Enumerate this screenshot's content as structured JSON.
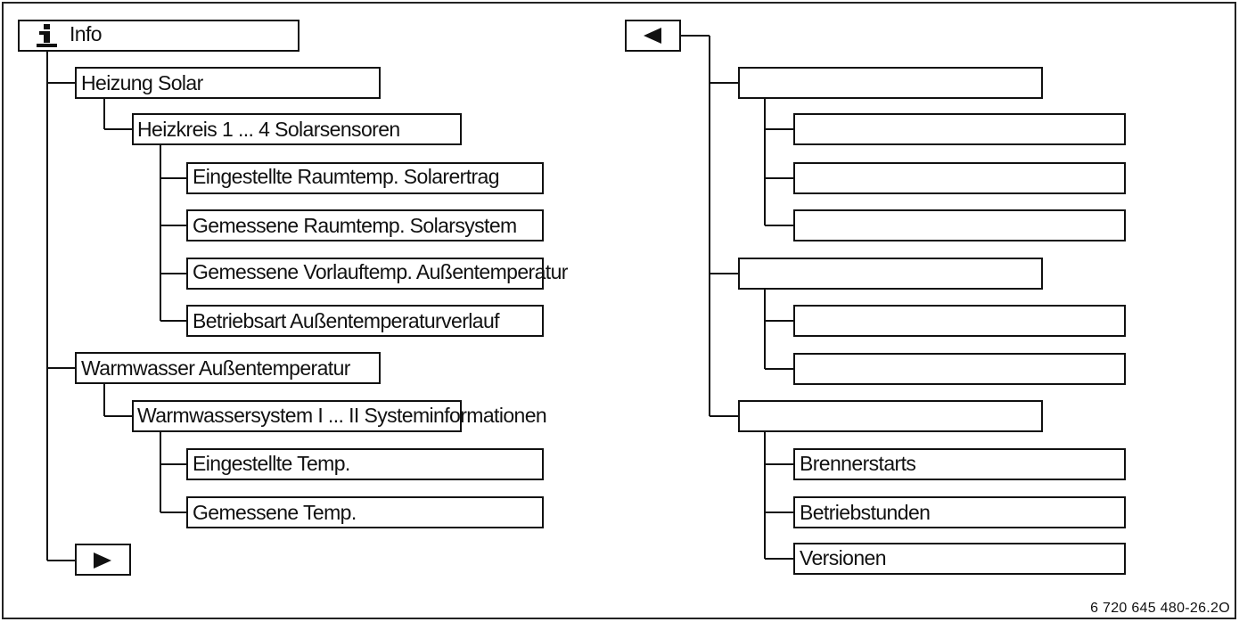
{
  "tree_left": {
    "root": "Info",
    "n1": "Heizung Solar",
    "n1_1": "Heizkreis 1 ... 4 Solarsensoren",
    "n1_1_items": [
      "Eingestellte Raumtemp. Solarertrag",
      "Gemessene Raumtemp. Solarsystem",
      "Gemessene Vorlauftemp. Außentemperatur",
      "Betriebsart Außentemperaturverlauf"
    ],
    "n2": "Warmwasser Außentemperatur",
    "n2_1": "Warmwassersystem I ... II Systeminformationen",
    "n2_1_items": [
      "Eingestellte Temp.",
      "Gemessene Temp."
    ]
  },
  "tree_right": {
    "group3_items": [
      "Brennerstarts",
      "Betriebstunden",
      "Versionen"
    ]
  },
  "icons": {
    "root": "info-icon",
    "next": "arrow-right-icon",
    "back": "arrow-left-icon"
  },
  "figure_code": "6 720 645 480-26.2O"
}
